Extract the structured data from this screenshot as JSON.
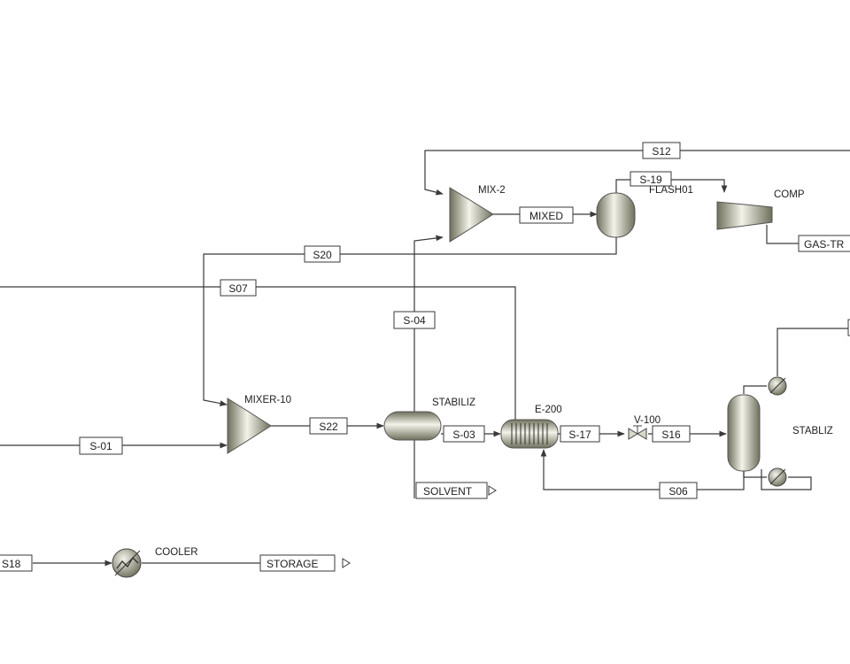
{
  "streams": {
    "s12": "S12",
    "s19": "S-19",
    "mixed": "MIXED",
    "gas_tr": "GAS-TR",
    "s20": "S20",
    "s07": "S07",
    "s04": "S-04",
    "s01": "S-01",
    "s22": "S22",
    "s03": "S-03",
    "s17": "S-17",
    "s16": "S16",
    "s06": "S06",
    "solvent": "SOLVENT",
    "s18": "S18",
    "storage": "STORAGE"
  },
  "units": {
    "mix2": "MIX-2",
    "flash01": "FLASH01",
    "comp": "COMP",
    "mixer10": "MIXER-10",
    "stabiliz1": "STABILIZ",
    "e200": "E-200",
    "v100": "V-100",
    "stabliz2": "STABLIZ",
    "cooler": "COOLER"
  },
  "colors": {
    "equipment_light": "#f3f3ea",
    "equipment_mid": "#c9c9b4",
    "equipment_dark": "#6f6f5c",
    "line": "#3a3a3a"
  }
}
